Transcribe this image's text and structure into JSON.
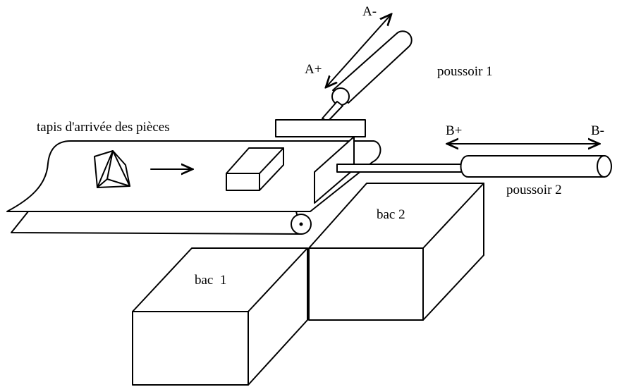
{
  "labels": {
    "belt": "tapis d'arrivée des pièces",
    "pusher1": "poussoir 1",
    "pusher2": "poussoir 2",
    "bin1": "bac  1",
    "bin2": "bac 2",
    "a_minus": "A-",
    "a_plus": "A+",
    "b_plus": "B+",
    "b_minus": "B-"
  }
}
